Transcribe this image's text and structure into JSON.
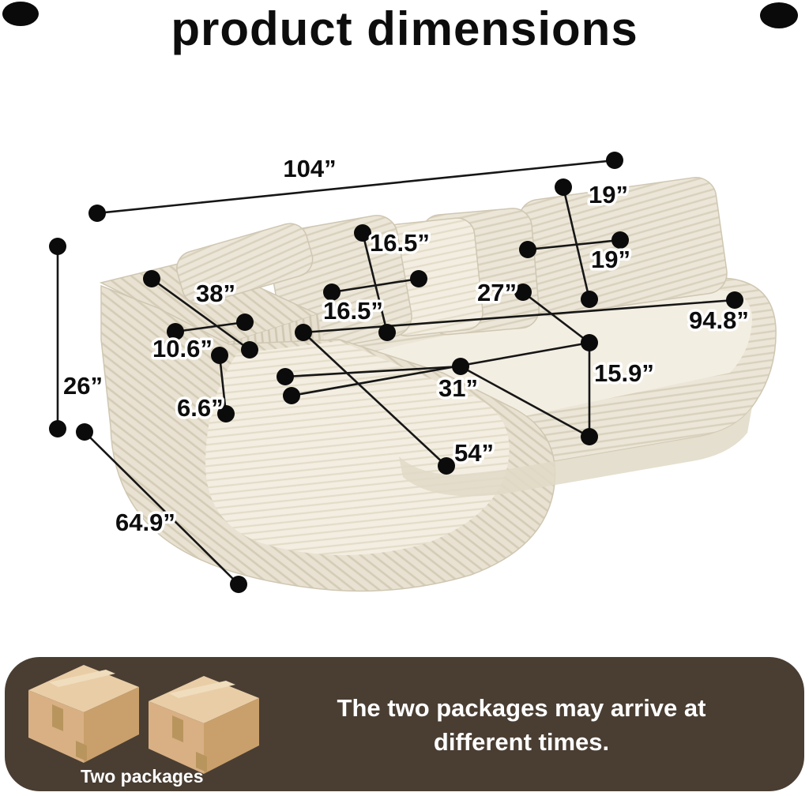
{
  "title": "product dimensions",
  "diagram": {
    "dims": {
      "total_length": "104”",
      "overall_height": "26”",
      "chaise_outer_depth": "64.9”",
      "back_top_length": "38”",
      "arm_top_width": "10.6”",
      "arm_thickness": "6.6”",
      "mid_pillow_height": "16.5”",
      "mid_pillow_width": "16.5”",
      "right_pillow_height": "19”",
      "right_pillow_width": "19”",
      "backrest_width": "27”",
      "right_side_length": "94.8”",
      "chaise_diagonal_depth": "54”",
      "seat_width": "31”",
      "seat_height": "15.9”"
    }
  },
  "footer": {
    "packages_label": "Two packages",
    "note": "The two packages may arrive at different times.",
    "bg_color": "#4a3e33"
  },
  "colors": {
    "sofa_cream": "#ece5d6",
    "sofa_light": "#f3eee2",
    "sofa_dark": "#ddd5c3",
    "box_tan": "#d8b084",
    "dimension_black": "#111111",
    "text_white": "#ffffff"
  }
}
